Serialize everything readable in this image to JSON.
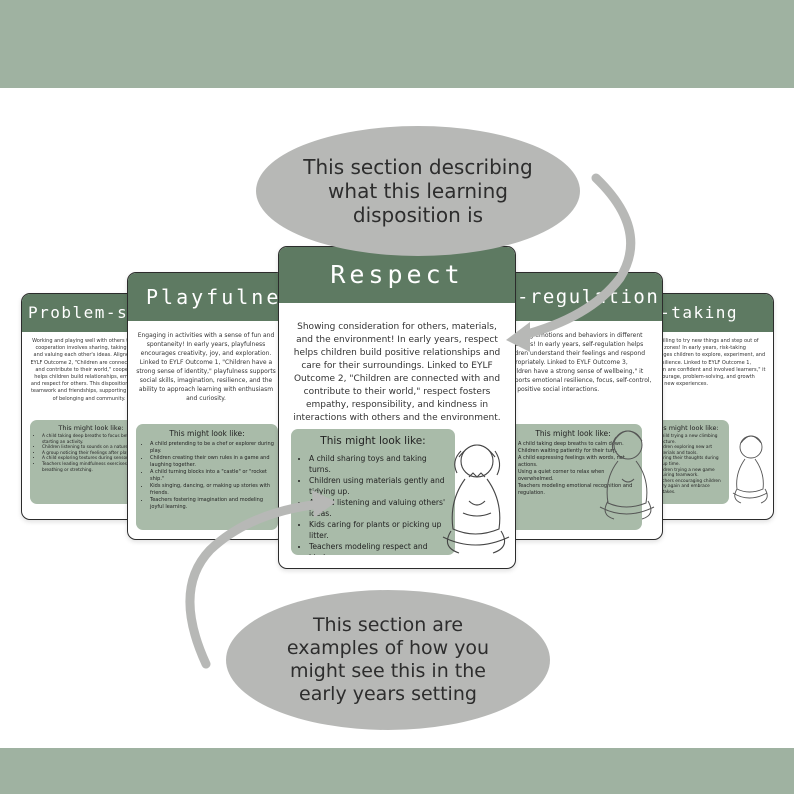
{
  "callouts": [
    {
      "lines": [
        "This section describing",
        "what this learning",
        "disposition is"
      ]
    },
    {
      "lines": [
        "This section are",
        "examples of how you",
        "might see this in the",
        "early years setting"
      ]
    }
  ],
  "cards": {
    "problem_solving": {
      "title": "Problem-so",
      "body": "Working and playing well with others through cooperation involves sharing, taking turns, and valuing each other's ideas. Aligned with EYLF Outcome 2, \"Children are connected with and contribute to their world,\" cooperation helps children build relationships, empathy, and respect for others. This disposition fosters teamwork and friendships, supporting a sense of belonging and community.",
      "panel_title": "This might look like:",
      "items": [
        "A child taking deep breaths to focus before starting an activity.",
        "Children listening to sounds on a nature walk.",
        "A group noticing their feelings after play.",
        "A child exploring textures during sensory play.",
        "Teachers leading mindfulness exercises like breathing or stretching."
      ]
    },
    "playfulness": {
      "title": "Playfulne",
      "body": "Engaging in activities with a sense of fun and spontaneity! In early years, playfulness encourages creativity, joy, and exploration. Linked to EYLF Outcome 1, \"Children have a strong sense of identity,\" playfulness supports social skills, imagination, resilience, and the ability to approach learning with enthusiasm and curiosity.",
      "panel_title": "This might look like:",
      "items": [
        "A child pretending to be a chef or explorer during play.",
        "Children creating their own rules in a game and laughing together.",
        "A child turning blocks into a \"castle\" or \"rocket ship.\"",
        "Kids singing, dancing, or making up stories with friends.",
        "Teachers fostering imagination and modeling joyful learning."
      ]
    },
    "respect": {
      "title": "Respect",
      "body": "Showing consideration for others, materials, and the environment! In early years, respect helps children build positive relationships and care for their surroundings. Linked to EYLF Outcome 2, \"Children are connected with and contribute to their world,\" respect fosters empathy, responsibility, and kindness in interactions with others and the environment.",
      "panel_title": "This might look like:",
      "items": [
        "A child sharing toys and taking turns.",
        "Children using materials gently and tidying up.",
        "A child listening and valuing others' ideas.",
        "Kids caring for plants or picking up litter.",
        "Teachers modeling respect and kindness."
      ]
    },
    "self_regulation": {
      "title": "f-regulation",
      "body": "Managing emotions and behaviors in different situations! In early years, self-regulation helps children understand their feelings and respond appropriately. Linked to EYLF Outcome 3, \"Children have a strong sense of wellbeing,\" it supports emotional resilience, focus, self-control, and positive social interactions.",
      "panel_title": "This might look like:",
      "items": [
        "A child taking deep breaths to calm down.",
        "Children waiting patiently for their turn.",
        "A child expressing feelings with words, not actions.",
        "Using a quiet corner to relax when overwhelmed.",
        "Teachers modeling emotional recognition and regulation."
      ]
    },
    "risk_taking": {
      "title": "k-taking",
      "body": "Being willing to try new things and step out of comfort zones! In early years, risk-taking encourages children to explore, experiment, and build resilience. Linked to EYLF Outcome 1, \"Children are confident and involved learners,\" it builds courage, problem-solving, and growth through new experiences.",
      "panel_title": "This might look like:",
      "items": [
        "A child trying a new climbing structure.",
        "Children exploring new art materials and tools.",
        "Sharing their thoughts during group time.",
        "Children trying a new game requiring teamwork.",
        "Teachers encouraging children to try again and embrace mistakes."
      ]
    }
  },
  "colors": {
    "band": "#9fb2a1",
    "card_header": "#5e7a62",
    "panel": "#a9bba9",
    "callout": "#b7b8b6",
    "arrow": "#b7b8b6"
  }
}
